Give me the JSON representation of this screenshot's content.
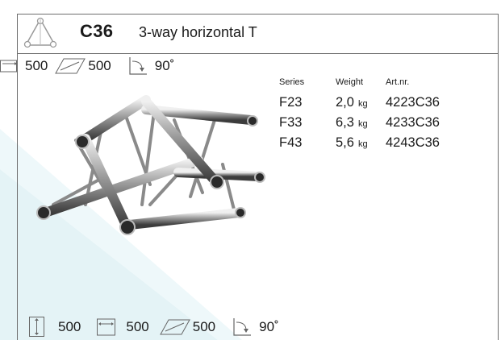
{
  "product": {
    "code": "C36",
    "description": "3-way horizontal T"
  },
  "dimensions_top": [
    {
      "icon": "width-dimension-icon",
      "value": "500"
    },
    {
      "icon": "depth-dimension-icon",
      "value": "500"
    },
    {
      "icon": "angle-icon",
      "value": "90˚"
    }
  ],
  "dimensions_bottom": [
    {
      "icon": "height-dimension-icon",
      "value": "500"
    },
    {
      "icon": "width-dimension-icon",
      "value": "500"
    },
    {
      "icon": "depth-dimension-icon",
      "value": "500"
    },
    {
      "icon": "angle-icon",
      "value": "90˚"
    }
  ],
  "spec_table": {
    "headers": [
      "Series",
      "Weight",
      "Art.nr."
    ],
    "rows": [
      {
        "series": "F23",
        "weight": "2,0",
        "unit": "kg",
        "art": "4223C36"
      },
      {
        "series": "F33",
        "weight": "6,3",
        "unit": "kg",
        "art": "4233C36"
      },
      {
        "series": "F43",
        "weight": "5,6",
        "unit": "kg",
        "art": "4243C36"
      }
    ]
  },
  "colors": {
    "border": "#6e6e6e",
    "watermark": "#dff0f4",
    "text": "#1a1a1a"
  }
}
